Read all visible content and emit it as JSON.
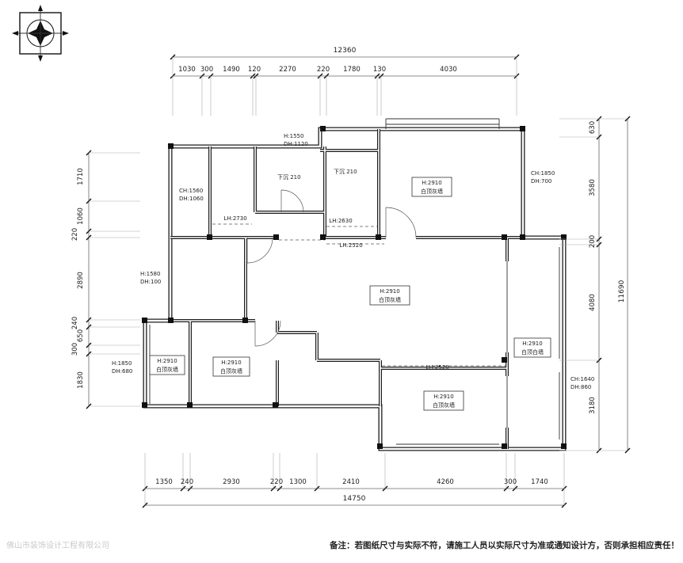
{
  "dims": {
    "top": {
      "total": "12360",
      "segments": [
        "1030",
        "300",
        "1490",
        "120",
        "2270",
        "220",
        "1780",
        "130",
        "4030"
      ]
    },
    "bottom": {
      "total": "14750",
      "segments": [
        "1350",
        "240",
        "2930",
        "220",
        "1300",
        "2410",
        "4260",
        "300",
        "1740"
      ]
    },
    "left": {
      "segments": [
        "1710",
        "1060",
        "220",
        "2890",
        "240",
        "650",
        "300",
        "1830"
      ]
    },
    "right": {
      "total": "11690",
      "segments": [
        "630",
        "3580",
        "200",
        "4080",
        "3180"
      ]
    }
  },
  "labels": {
    "h1550": {
      "line1": "H:1550",
      "line2": "DH:1120"
    },
    "sunken_left": "下沉 210",
    "sunken_right": "下沉 210",
    "ch1560": {
      "line1": "CH:1560",
      "line2": "DH:1060"
    },
    "lh2730": "LH:2730",
    "lh2630": "LH:2630",
    "lh2520_mid": "LH:2520",
    "lh2520_low": "LH:2520",
    "ch1850": {
      "line1": "CH:1850",
      "line2": "DH:700"
    },
    "h1580": {
      "line1": "H:1580",
      "line2": "DH:100"
    },
    "h1850": {
      "line1": "H:1850",
      "line2": "DH:680"
    },
    "ch1640": {
      "line1": "CH:1640",
      "line2": "DH:860"
    },
    "room_top_right": {
      "line1": "H:2910",
      "line2": "白顶灰墙"
    },
    "room_center": {
      "line1": "H:2910",
      "line2": "白顶灰墙"
    },
    "room_left_small": {
      "line1": "H:2910",
      "line2": "白顶灰墙"
    },
    "room_left_mid": {
      "line1": "H:2910",
      "line2": "白顶灰墙"
    },
    "room_right": {
      "line1": "H:2910",
      "line2": "白顶白墙"
    },
    "room_bottom": {
      "line1": "H:2910",
      "line2": "白顶灰墙"
    }
  },
  "footer": {
    "note": "备注：若图纸尺寸与实际不符，请施工人员以实际尺寸为准或通知设计方，否则承担相应责任！",
    "watermark": "佛山市装饰设计工程有限公司"
  }
}
